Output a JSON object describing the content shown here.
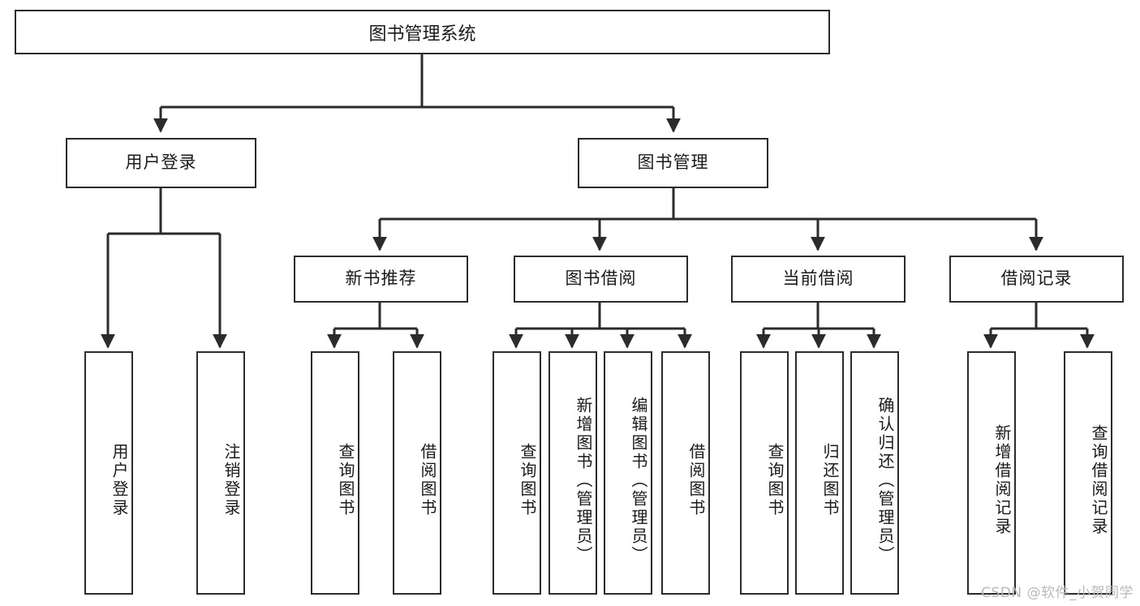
{
  "diagram": {
    "title": "图书管理系统",
    "type": "function-structure-tree",
    "watermark": "CSDN @软件_小贺同学",
    "colors": {
      "stroke": "#2b2b2b",
      "fill": "#ffffff",
      "text": "#1a1a1a",
      "watermark": "#b9b9b9"
    }
  },
  "nodes": {
    "root": {
      "label": "图书管理系统"
    },
    "level2": [
      {
        "label": "用户登录"
      },
      {
        "label": "图书管理"
      }
    ],
    "level3": [
      {
        "label": "新书推荐"
      },
      {
        "label": "图书借阅"
      },
      {
        "label": "当前借阅"
      },
      {
        "label": "借阅记录"
      }
    ],
    "leaves": {
      "user_login": [
        {
          "label": "用户登录"
        },
        {
          "label": "注销登录"
        }
      ],
      "new_book_recommend": [
        {
          "label": "查询图书"
        },
        {
          "label": "借阅图书"
        }
      ],
      "book_borrow": [
        {
          "label": "查询图书"
        },
        {
          "label": "新增图书（管理员）"
        },
        {
          "label": "编辑图书（管理员）"
        },
        {
          "label": "借阅图书"
        }
      ],
      "current_borrow": [
        {
          "label": "查询图书"
        },
        {
          "label": "归还图书"
        },
        {
          "label": "确认归还（管理员）"
        }
      ],
      "borrow_record": [
        {
          "label": "新增借阅记录"
        },
        {
          "label": "查询借阅记录"
        }
      ]
    }
  }
}
